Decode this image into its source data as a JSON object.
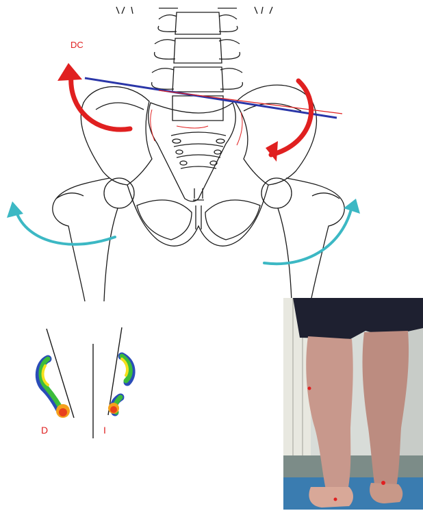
{
  "labels": {
    "rotation": "DC",
    "right_foot": "D",
    "left_foot": "I"
  },
  "colors": {
    "outline": "#1a1a1a",
    "rotation_arrows": "#e02020",
    "hip_arrows": "#3cb8c4",
    "pelvis_line": "#2a36a8",
    "pressure_high": "#e8401c",
    "pressure_mid": "#f4e01c",
    "pressure_low": "#2a4cb8"
  },
  "photo": {
    "description_icon": "walking-legs-photo"
  }
}
